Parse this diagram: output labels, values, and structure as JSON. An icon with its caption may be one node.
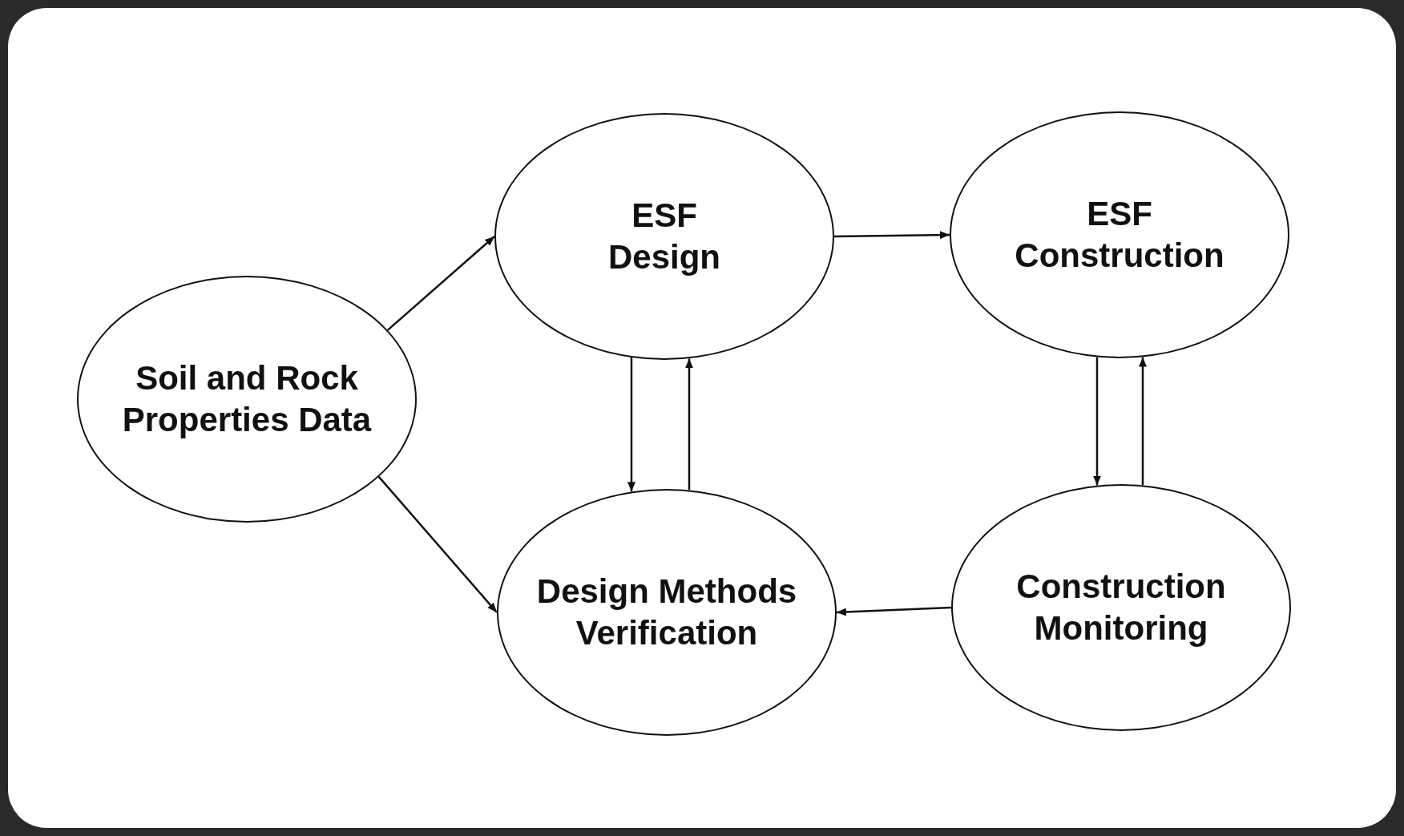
{
  "diagram": {
    "nodes": [
      {
        "text": [
          "Soil and Rock Properties Data"
        ]
      },
      {
        "text": [
          "ESF Design"
        ]
      },
      {
        "text": [
          "ESF Construction"
        ]
      },
      {
        "text": [
          "Design Methods Verification"
        ]
      },
      {
        "text": [
          "Construction Monitoring"
        ]
      }
    ],
    "edges": [
      {
        "from": 0,
        "to": 1,
        "arrow": "to"
      },
      {
        "from": 0,
        "to": 3,
        "arrow": "to"
      },
      {
        "from": 1,
        "to": 2,
        "arrow": "to"
      },
      {
        "from": 1,
        "to": 3,
        "arrow": "to"
      },
      {
        "from": 3,
        "to": 1,
        "arrow": "to"
      },
      {
        "from": 2,
        "to": 4,
        "arrow": "to"
      },
      {
        "from": 4,
        "to": 2,
        "arrow": "to"
      },
      {
        "from": 4,
        "to": 3,
        "arrow": "to"
      }
    ]
  }
}
